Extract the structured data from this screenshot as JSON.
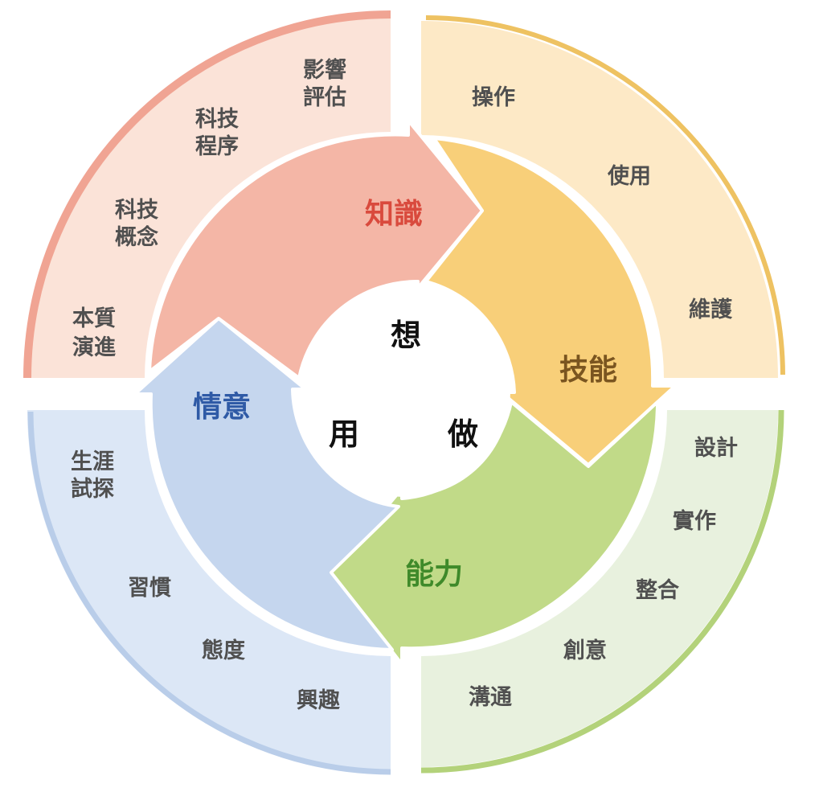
{
  "diagram": {
    "center": {
      "labels": [
        "想",
        "做",
        "用"
      ]
    },
    "quadrants": [
      {
        "id": "knowledge",
        "core_label": "知識",
        "core_color": "#f4b6a6",
        "core_text_color": "#d94a3d",
        "outer_fill": "#fbe3d8",
        "outer_edge": "#f0a493",
        "items": [
          "影響評估",
          "科技程序",
          "科技概念",
          "本質演進"
        ]
      },
      {
        "id": "skill",
        "core_label": "技能",
        "core_color": "#f8cf79",
        "core_text_color": "#7a5520",
        "outer_fill": "#fde9c6",
        "outer_edge": "#eec262",
        "items": [
          "操作",
          "使用",
          "維護"
        ]
      },
      {
        "id": "ability",
        "core_label": "能力",
        "core_color": "#c1da88",
        "core_text_color": "#3f8a2a",
        "outer_fill": "#e8f1de",
        "outer_edge": "#b3d27a",
        "items": [
          "設計",
          "實作",
          "整合",
          "創意",
          "溝通"
        ]
      },
      {
        "id": "affect",
        "core_label": "情意",
        "core_color": "#c5d6ee",
        "core_text_color": "#2f5aa6",
        "outer_fill": "#dce7f6",
        "outer_edge": "#b9cde9",
        "items": [
          "生涯試探",
          "習慣",
          "態度",
          "興趣"
        ]
      }
    ]
  },
  "labels": {
    "center_think": "想",
    "center_do": "做",
    "center_use": "用",
    "k_core": "知識",
    "k1a": "影響",
    "k1b": "評估",
    "k2a": "科技",
    "k2b": "程序",
    "k3a": "科技",
    "k3b": "概念",
    "k4a": "本質",
    "k4b": "演進",
    "s_core": "技能",
    "s1": "操作",
    "s2": "使用",
    "s3": "維護",
    "a_core": "能力",
    "a1": "設計",
    "a2": "實作",
    "a3": "整合",
    "a4": "創意",
    "a5": "溝通",
    "e_core": "情意",
    "e1a": "生涯",
    "e1b": "試探",
    "e2": "習慣",
    "e3": "態度",
    "e4": "興趣"
  }
}
